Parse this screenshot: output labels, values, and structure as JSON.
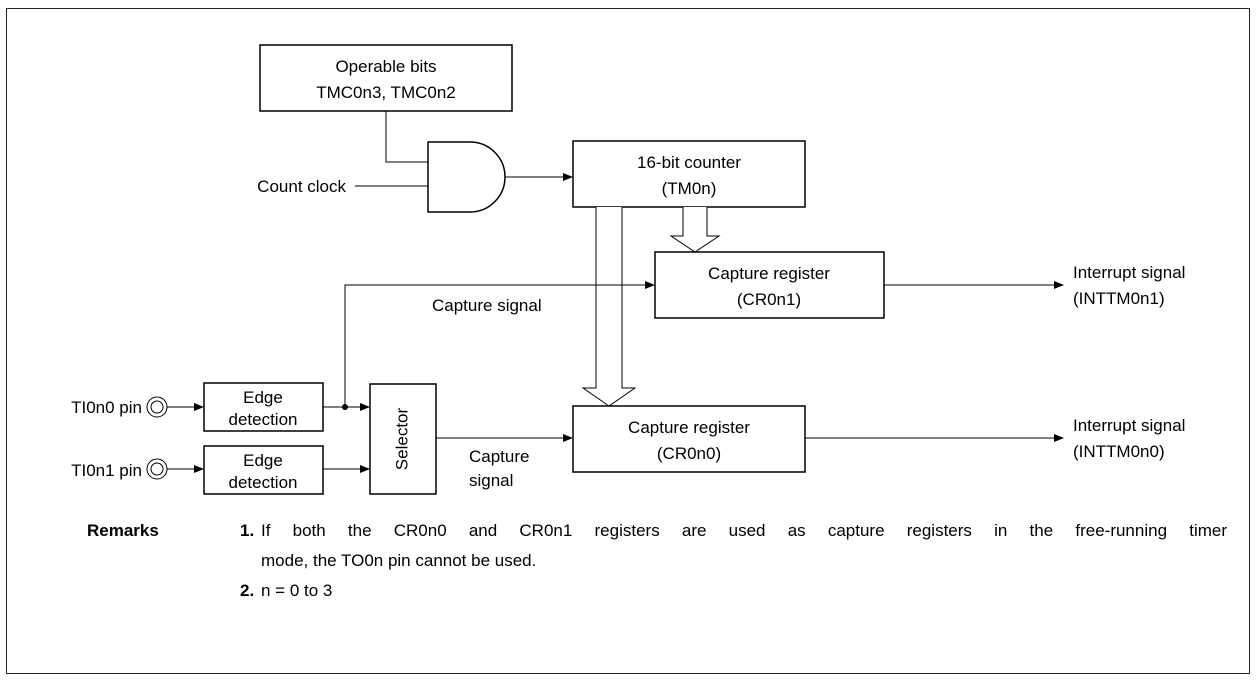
{
  "blocks": {
    "operable_bits": [
      "Operable bits",
      "TMC0n3, TMC0n2"
    ],
    "counter": [
      "16-bit counter",
      "(TM0n)"
    ],
    "capture_cr0n1": [
      "Capture register",
      "(CR0n1)"
    ],
    "capture_cr0n0": [
      "Capture register",
      "(CR0n0)"
    ],
    "edge_detection_1": [
      "Edge",
      "detection"
    ],
    "edge_detection_2": [
      "Edge",
      "detection"
    ],
    "selector": "Selector"
  },
  "labels": {
    "count_clock": "Count clock",
    "capture_signal_upper": "Capture signal",
    "capture_signal_lower": [
      "Capture",
      "signal"
    ],
    "pin_ti0n0": "TI0n0 pin",
    "pin_ti0n1": "TI0n1 pin",
    "interrupt_1": [
      "Interrupt signal",
      "(INTTM0n1)"
    ],
    "interrupt_0": [
      "Interrupt signal",
      "(INTTM0n0)"
    ]
  },
  "remarks": {
    "heading": "Remarks",
    "items": [
      {
        "number": "1.",
        "text_line1": "If both the CR0n0 and CR0n1 registers are used as capture registers in the free-running timer",
        "text_line2": "mode, the TO0n pin cannot be used."
      },
      {
        "number": "2.",
        "text": "n = 0 to 3"
      }
    ]
  }
}
